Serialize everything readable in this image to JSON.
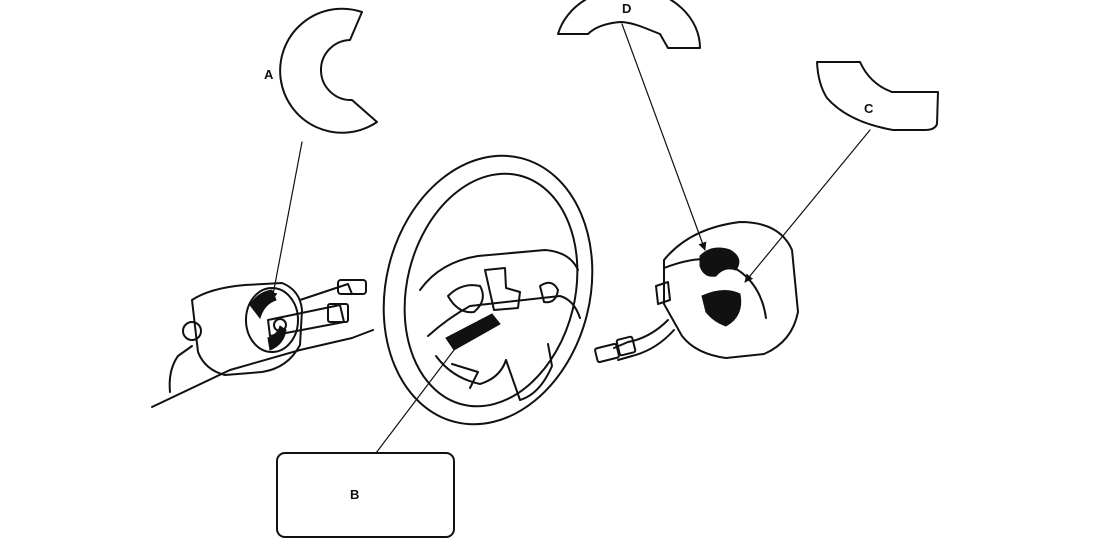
{
  "callouts": {
    "a": {
      "label": "A"
    },
    "b": {
      "label": "B"
    },
    "c": {
      "label": "C"
    },
    "d": {
      "label": "D"
    }
  }
}
